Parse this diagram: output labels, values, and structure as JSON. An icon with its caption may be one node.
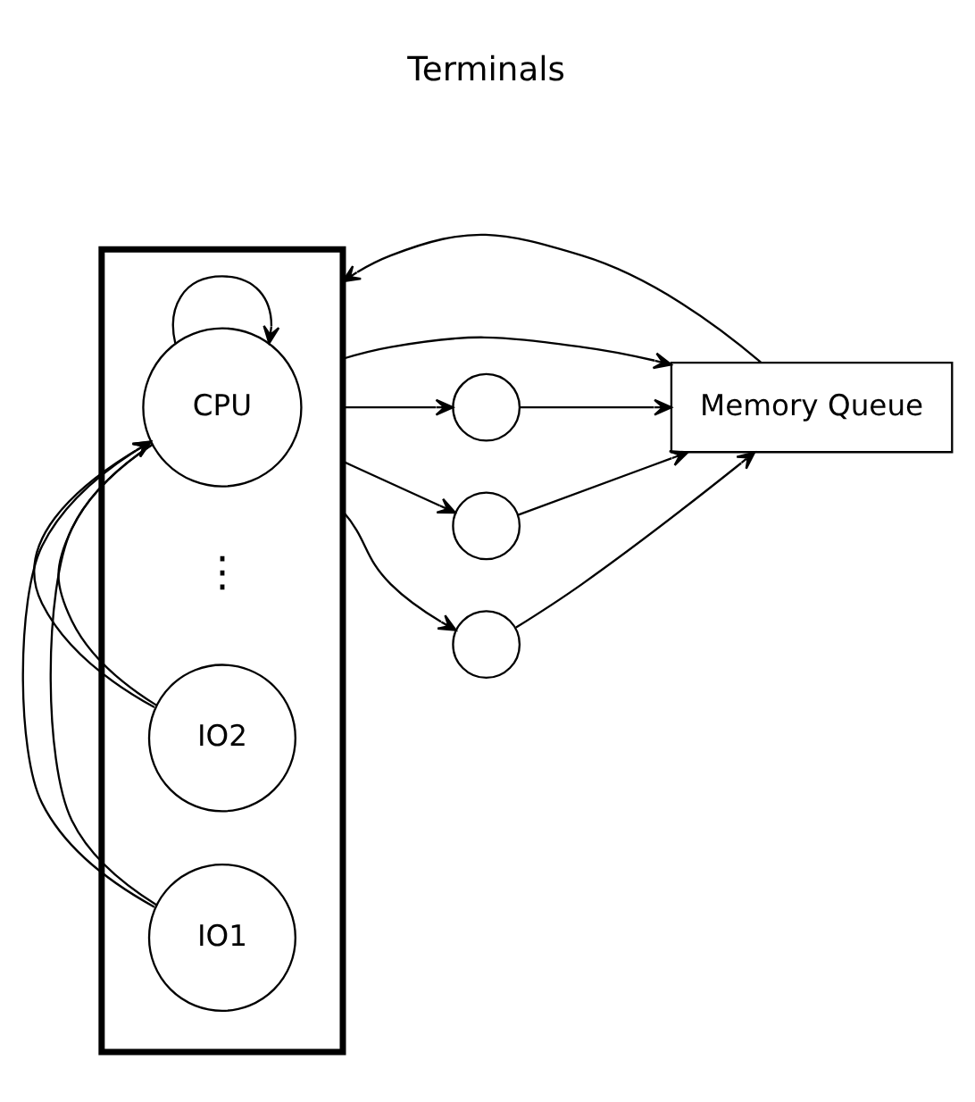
{
  "diagram": {
    "nodes": [
      {
        "text": [
          "Memory Queue"
        ]
      },
      {
        "text": [],
        "shape": "box"
      },
      {
        "text": [
          "IO1"
        ],
        "in": 1
      },
      {
        "text": [
          "IO2"
        ],
        "in": 1
      },
      {
        "text": [
          "CPU"
        ],
        "in": 1
      },
      {
        "text": [],
        "shape": "circle"
      },
      {
        "text": [],
        "shape": "circle"
      },
      {
        "text": [],
        "shape": "circle"
      }
    ],
    "edges": [
      {
        "from": 0,
        "to": 1,
        "arrow": "to"
      },
      {
        "from": 1,
        "to": 0,
        "arrow": "to"
      },
      {
        "from": 1,
        "to": 5,
        "arrow": "to"
      },
      {
        "from": 1,
        "to": 6,
        "arrow": "to"
      },
      {
        "from": 1,
        "to": 7,
        "arrow": "to"
      },
      {
        "from": 5,
        "to": 0,
        "arrow": "to"
      },
      {
        "from": 6,
        "to": 0,
        "arrow": "to"
      },
      {
        "from": 7,
        "to": 0,
        "arrow": "to"
      },
      {
        "from": 4,
        "to": 2,
        "arrow": "none"
      },
      {
        "from": 4,
        "to": 3,
        "arrow": "none"
      },
      {
        "from": 2,
        "to": 4,
        "arrow": "to"
      },
      {
        "from": 3,
        "to": 4,
        "arrow": "to"
      },
      {
        "from": 4,
        "to": 4,
        "arrow": "to"
      }
    ],
    "labels": [
      "⋮",
      "Terminals"
    ]
  }
}
